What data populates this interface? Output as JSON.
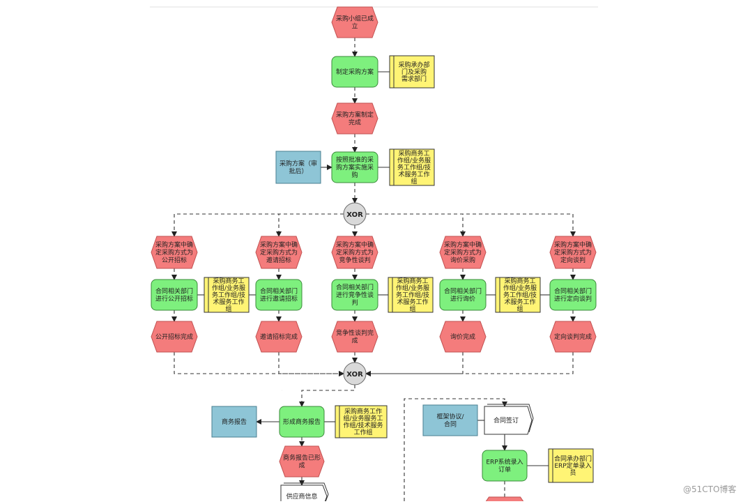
{
  "diagram": {
    "events": [
      {
        "id": "e_top",
        "lines": [
          "采购小组已成",
          "立"
        ]
      },
      {
        "id": "e_plan_done",
        "lines": [
          "采购方案制定",
          "完成"
        ]
      },
      {
        "id": "e_m1",
        "lines": [
          "采购方案中确",
          "定采购方式为",
          "公开招标"
        ]
      },
      {
        "id": "e_m2",
        "lines": [
          "采购方案中确",
          "定采购方式为",
          "邀请招标"
        ]
      },
      {
        "id": "e_m3",
        "lines": [
          "采购方案中确",
          "定采购方式为",
          "竞争性谈判"
        ]
      },
      {
        "id": "e_m4",
        "lines": [
          "采购方案中确",
          "定采购方式为",
          "询价采购"
        ]
      },
      {
        "id": "e_m5",
        "lines": [
          "采购方案中确",
          "定采购方式为",
          "定向谈判"
        ]
      },
      {
        "id": "e_d1",
        "lines": [
          "公开招标完成"
        ]
      },
      {
        "id": "e_d2",
        "lines": [
          "邀请招标完成"
        ]
      },
      {
        "id": "e_d3",
        "lines": [
          "竞争性谈判完",
          "成"
        ]
      },
      {
        "id": "e_d4",
        "lines": [
          "询价完成"
        ]
      },
      {
        "id": "e_d5",
        "lines": [
          "定向谈判完成"
        ]
      },
      {
        "id": "e_report_done",
        "lines": [
          "商务报告已形",
          "成"
        ]
      }
    ],
    "functions": [
      {
        "id": "f_plan",
        "lines": [
          "制定采购方案"
        ]
      },
      {
        "id": "f_implement",
        "lines": [
          "按照批准的采",
          "购方案实施采",
          "购"
        ]
      },
      {
        "id": "f1",
        "lines": [
          "合同相关部门",
          "进行公开招标"
        ]
      },
      {
        "id": "f2",
        "lines": [
          "合同相关部门",
          "进行邀请招标"
        ]
      },
      {
        "id": "f3",
        "lines": [
          "合同相关部门",
          "进行竞争性谈",
          "判"
        ]
      },
      {
        "id": "f4",
        "lines": [
          "合同相关部门",
          "进行询价"
        ]
      },
      {
        "id": "f5",
        "lines": [
          "合同相关部门",
          "进行定向谈判"
        ]
      },
      {
        "id": "f_report",
        "lines": [
          "形成商务报告"
        ]
      },
      {
        "id": "f_erp",
        "lines": [
          "ERP系统录入",
          "订单"
        ]
      }
    ],
    "org_units": [
      {
        "id": "o_plan",
        "lines": [
          "采购承办部",
          "门及采购",
          "需求部门"
        ]
      },
      {
        "id": "o_impl",
        "lines": [
          "采购商务工",
          "作组/业务服",
          "务工作组/技",
          "术服务工作",
          "组"
        ]
      },
      {
        "id": "o1",
        "lines": [
          "采购商务工",
          "作组/业务服",
          "务工作组/技",
          "术服务工作",
          "组"
        ]
      },
      {
        "id": "o3",
        "lines": [
          "采购商务工",
          "作组/业务服",
          "务工作组/技",
          "术服务工作",
          "组"
        ]
      },
      {
        "id": "o4",
        "lines": [
          "采购商务工",
          "作组/业务服",
          "务工作组/技",
          "术服务工作",
          "组"
        ]
      },
      {
        "id": "o_report",
        "lines": [
          "采购商务工作",
          "组/业务服务工",
          "作组/技术服务",
          "工作组"
        ]
      },
      {
        "id": "o_erp",
        "lines": [
          "合同承办部门",
          "ERP定单录入",
          "员"
        ]
      }
    ],
    "info_objects": [
      {
        "id": "i_plan",
        "lines": [
          "采购方案（审",
          "批后）"
        ]
      },
      {
        "id": "i_report",
        "lines": [
          "商务报告"
        ]
      },
      {
        "id": "i_contract",
        "lines": [
          "框架协议/",
          "合同"
        ]
      }
    ],
    "documents": [
      {
        "id": "d_sign",
        "lines": [
          "合同签订"
        ]
      },
      {
        "id": "d_supplier",
        "lines": [
          "供应商信息"
        ]
      }
    ],
    "connectors": [
      {
        "id": "x_split",
        "label": "XOR"
      },
      {
        "id": "x_join",
        "label": "XOR"
      }
    ]
  },
  "watermark": "@51CTO博客",
  "colors": {
    "event": "#f47c7c",
    "function": "#7ef07e",
    "org": "#fff475",
    "info": "#8ec5d6",
    "connector": "#d9d9d9",
    "line": "#333333"
  }
}
